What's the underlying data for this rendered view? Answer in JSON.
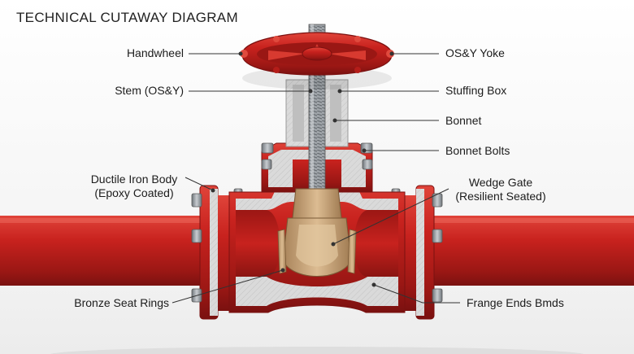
{
  "title": "TECHNICAL CUTAWAY DIAGRAM",
  "labels": {
    "handwheel": "Handwheel",
    "stem": "Stem (OS&Y)",
    "body_line1": "Ductile Iron Body",
    "body_line2": "(Epoxy Coated)",
    "seat_rings": "Bronze Seat Rings",
    "yoke": "OS&Y Yoke",
    "stuffing_box": "Stuffing Box",
    "bonnet": "Bonnet",
    "bonnet_bolts": "Bonnet Bolts",
    "gate_line1": "Wedge Gate",
    "gate_line2": "(Resilient Seated)",
    "flange_ends": "Frange Ends Bmds"
  },
  "colors": {
    "red": "#c8221e",
    "red_dark": "#8e1512",
    "red_light": "#e04a3e",
    "cut_gray": "#d9d9d9",
    "bronze": "#c9a47a",
    "steel": "#9aa0a6"
  }
}
